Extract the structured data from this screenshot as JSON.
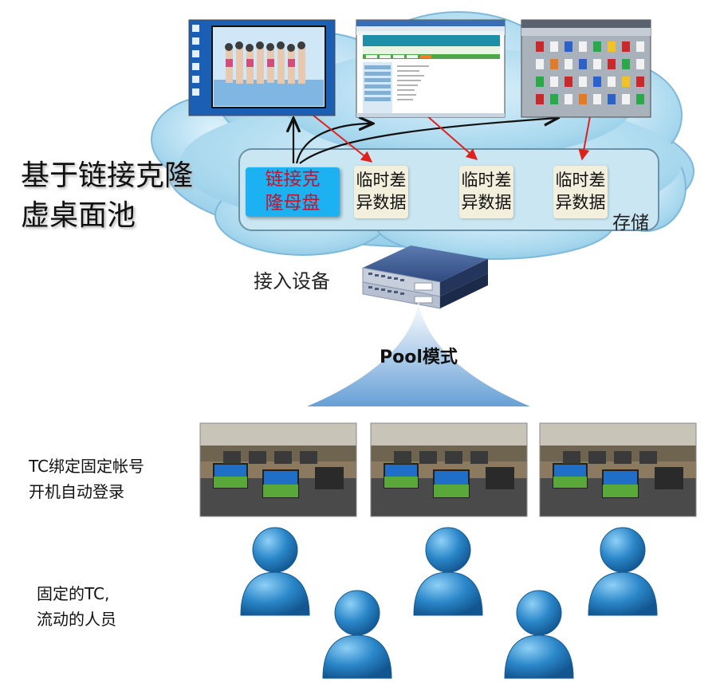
{
  "pool_title_line1": "基于链接克隆",
  "pool_title_line2": "虚桌面池",
  "mother_disk_line1": "链接克",
  "mother_disk_line2": "隆母盘",
  "diff_boxes": [
    {
      "line1": "临时差",
      "line2": "异数据"
    },
    {
      "line1": "临时差",
      "line2": "异数据"
    },
    {
      "line1": "临时差",
      "line2": "异数据"
    }
  ],
  "storage_label": "存储",
  "access_device_label": "接入设备",
  "pool_mode_label": "Pool模式",
  "tc_binding_line1": "TC绑定固定帐号",
  "tc_binding_line2": "开机自动登录",
  "fixed_tc_line1": "固定的TC,",
  "fixed_tc_line2": "流动的人员",
  "colors": {
    "cloud": "#a8d8ee",
    "storage_box": "#c9e6f2",
    "mother_disk_bg": "#1cb1f0",
    "mother_disk_text": "#c8102e",
    "diff_box_bg": "#f2efdc",
    "red_arrow": "#e0201b",
    "person": "#2a86c8"
  }
}
